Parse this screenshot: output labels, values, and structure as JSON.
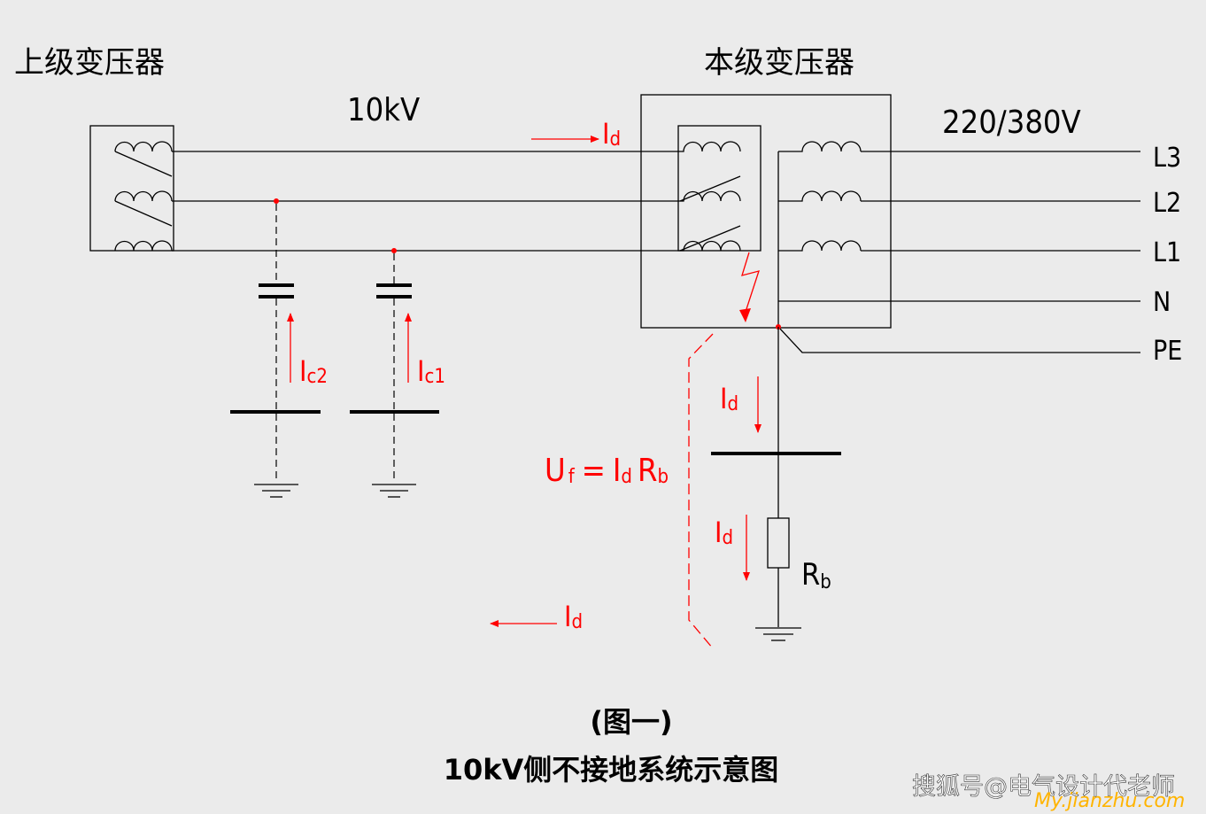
{
  "labels": {
    "upper_transformer": "上级变压器",
    "local_transformer": "本级变压器",
    "hv_voltage": "10kV",
    "lv_voltage": "220/380V",
    "phase_l3": "L3",
    "phase_l2": "L2",
    "phase_l1": "L1",
    "neutral": "N",
    "protective_earth": "PE",
    "rb": {
      "main": "R",
      "sub": "b"
    }
  },
  "currents": {
    "id_top": {
      "main": "I",
      "sub": "d"
    },
    "id_down1": {
      "main": "I",
      "sub": "d"
    },
    "id_down2": {
      "main": "I",
      "sub": "d"
    },
    "id_left": {
      "main": "I",
      "sub": "d"
    },
    "ic2": {
      "main": "I",
      "sub": "c2"
    },
    "ic1": {
      "main": "I",
      "sub": "c1"
    }
  },
  "formula": {
    "u": "U",
    "u_sub": "f",
    "eq": "=",
    "i": "I",
    "i_sub": "d",
    "r": "R",
    "r_sub": "b"
  },
  "caption": {
    "line1": "(图一)",
    "line2": "10kV侧不接地系统示意图"
  },
  "watermark": {
    "text": "搜狐号@电气设计代老师",
    "url": "My.jianzhu.com"
  },
  "colors": {
    "background": "#ebebeb",
    "line": "#000000",
    "red": "#ff0000",
    "watermark_url": "#ffb400"
  }
}
